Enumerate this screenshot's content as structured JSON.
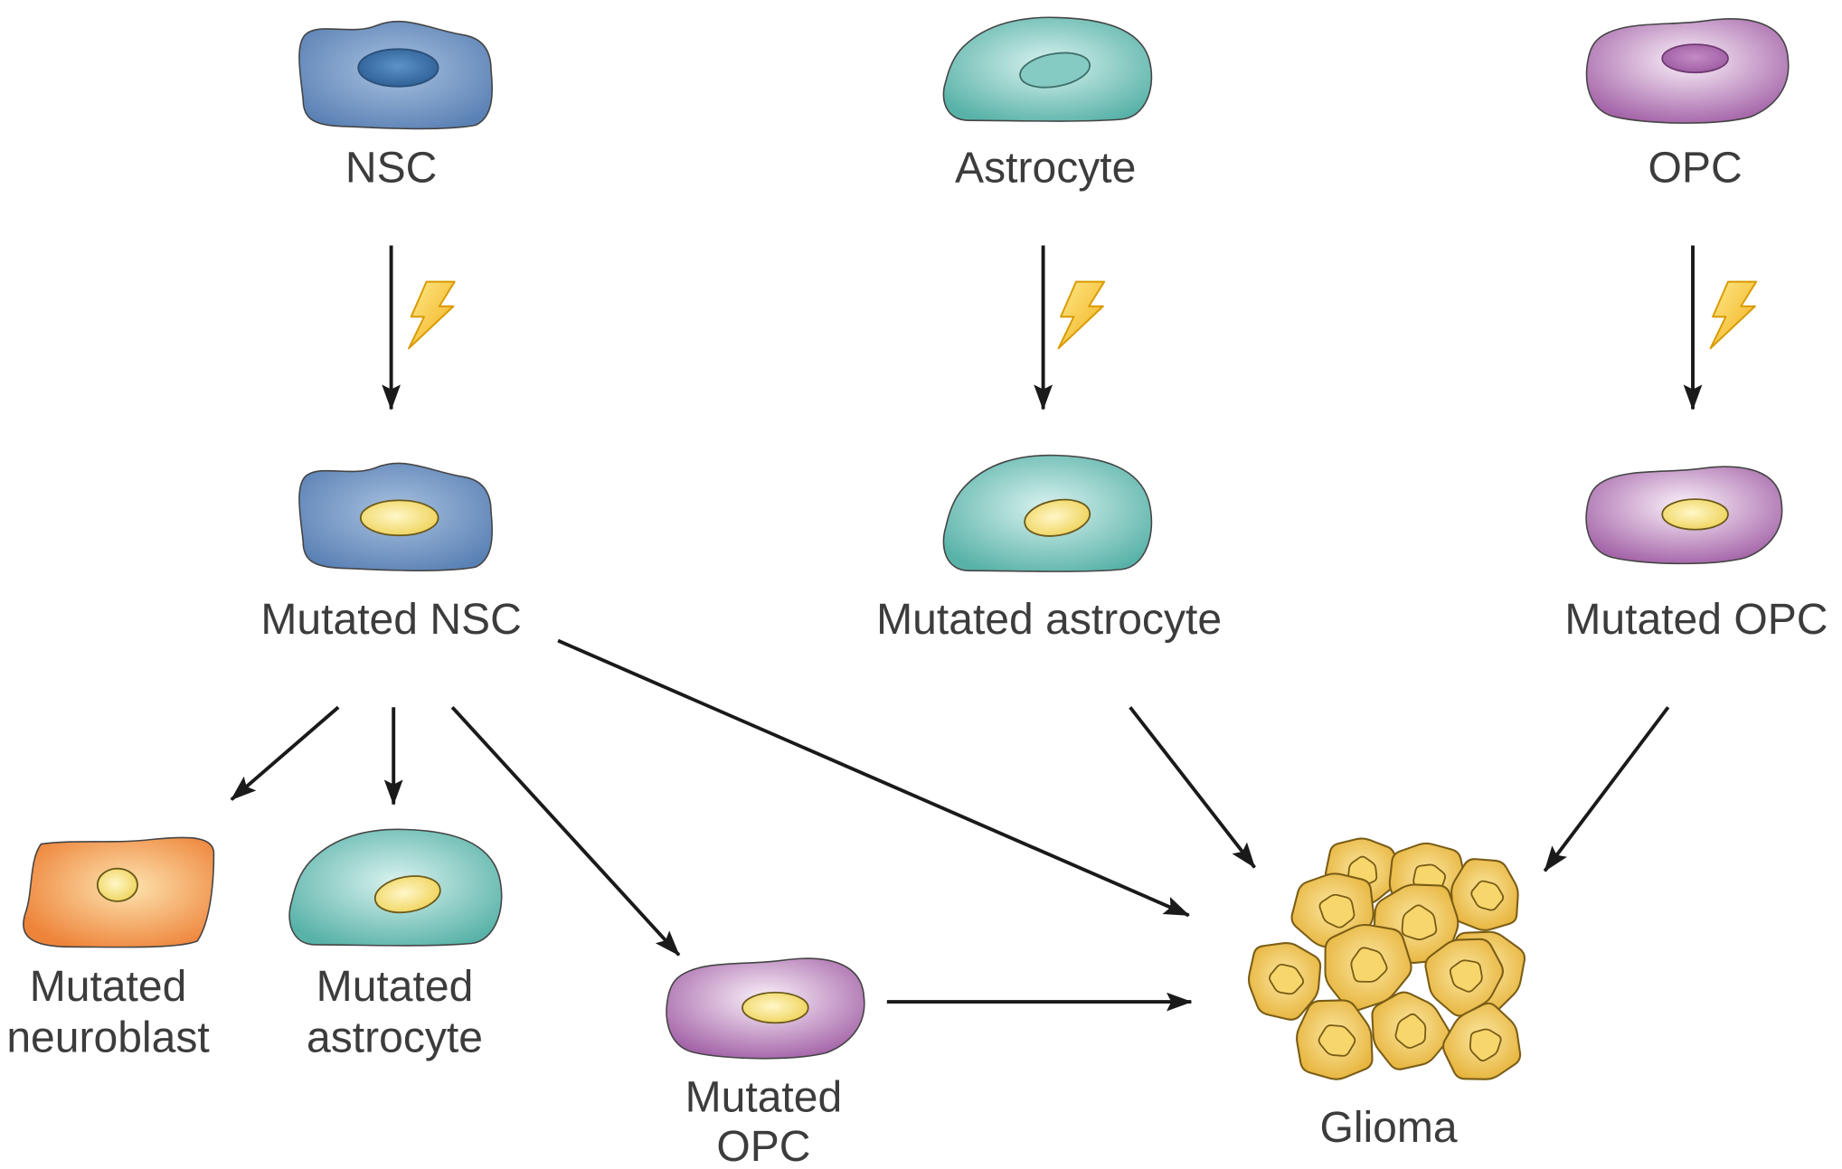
{
  "labels": {
    "nsc": "NSC",
    "astrocyte": "Astrocyte",
    "opc": "OPC",
    "mutated_nsc": "Mutated NSC",
    "mutated_astrocyte": "Mutated astrocyte",
    "mutated_opc": "Mutated OPC",
    "progeny_neuroblast": [
      "Mutated",
      "neuroblast"
    ],
    "progeny_astrocyte": [
      "Mutated",
      "astrocyte"
    ],
    "progeny_opc": [
      "Mutated",
      "OPC"
    ],
    "glioma": "Glioma"
  },
  "icons": {
    "mutation": "lightning-bolt"
  },
  "colors": {
    "nsc_center": "#a8c1df",
    "nsc_edge": "#5a81b5",
    "nsc_nucleus_center": "#5b93c8",
    "nsc_nucleus_edge": "#2b5d93",
    "astrocyte_center": "#d9f2ef",
    "astrocyte_edge": "#58b2a8",
    "astrocyte_nucleus": "#86cbc3",
    "opc_center": "#fbf1fa",
    "opc_edge": "#a566a9",
    "opc_nucleus_center": "#c38bc6",
    "opc_nucleus_edge": "#9c5aa0",
    "neuroblast_center": "#fde4b0",
    "neuroblast_edge": "#ee843a",
    "mutated_nucleus_center": "#fff7c8",
    "mutated_nucleus_edge": "#efd35a",
    "glioma_center": "#fbe7a2",
    "glioma_edge": "#e6b238",
    "glioma_nucleus": "#f7d66c",
    "bolt_light": "#fde98a",
    "bolt_dark": "#f2ae17",
    "arrow": "#1a1a1a",
    "outline": "#454545"
  }
}
